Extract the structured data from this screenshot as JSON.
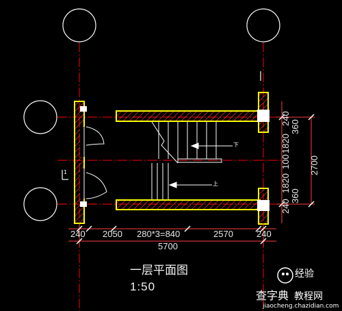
{
  "drawing": {
    "title": "一层平面图",
    "scale": "1:50"
  },
  "dimensions": {
    "bottom_segments": [
      "240",
      "2050",
      "280*3=840",
      "2570",
      "240"
    ],
    "bottom_total": "5700",
    "right_segments": [
      "240",
      "360",
      "1820",
      "100",
      "1820",
      "360",
      "240"
    ],
    "right_total": "2700"
  },
  "section_mark": "1",
  "stair_labels": {
    "down": "下",
    "up": "上"
  },
  "watermark": {
    "line1": "查字典",
    "line2": "教程网",
    "url": "jiaocheng.chazidian.com",
    "badge": "经验"
  },
  "colors": {
    "background": "#000000",
    "wall": "#ffff00",
    "axis": "#ff0000",
    "hatch": "#ff3b3b",
    "dim_line": "#ff4040",
    "text": "#ffffff",
    "stairs": "#ffffff",
    "bubble": "#ffffff"
  }
}
